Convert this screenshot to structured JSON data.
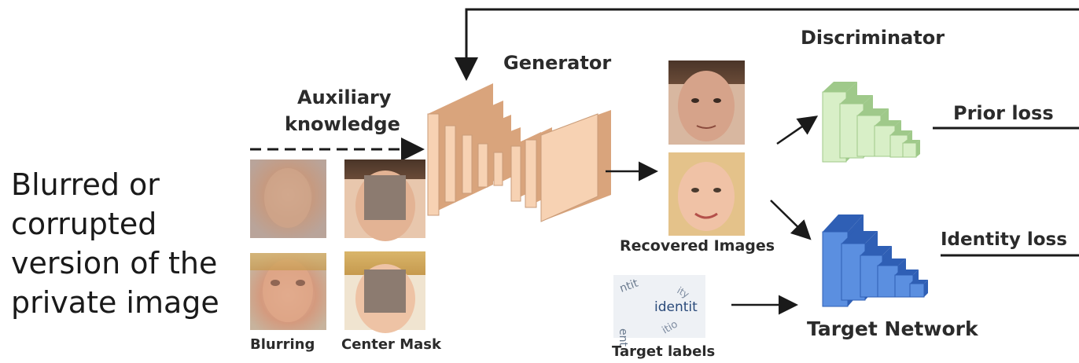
{
  "side_text": {
    "lines": [
      "Blurred or",
      "corrupted",
      "version of the",
      "private image"
    ]
  },
  "labels": {
    "auxiliary_line1": "Auxiliary",
    "auxiliary_line2": "knowledge",
    "generator": "Generator",
    "discriminator": "Discriminator",
    "prior_loss": "Prior loss",
    "identity_loss": "Identity loss",
    "recovered_images": "Recovered Images",
    "target_network": "Target Network",
    "target_labels": "Target labels",
    "blurring": "Blurring",
    "center_mask": "Center Mask"
  },
  "target_label_tile": {
    "word": "identit"
  },
  "colors": {
    "generator_front": "#f7d2b3",
    "generator_side": "#d9a47c",
    "discriminator_front": "#d8efc7",
    "discriminator_side": "#9fc98a",
    "target_front": "#5b8fe0",
    "target_side": "#2f5fb5",
    "mask": "#8c7b70",
    "arrow": "#1a1a1a"
  }
}
